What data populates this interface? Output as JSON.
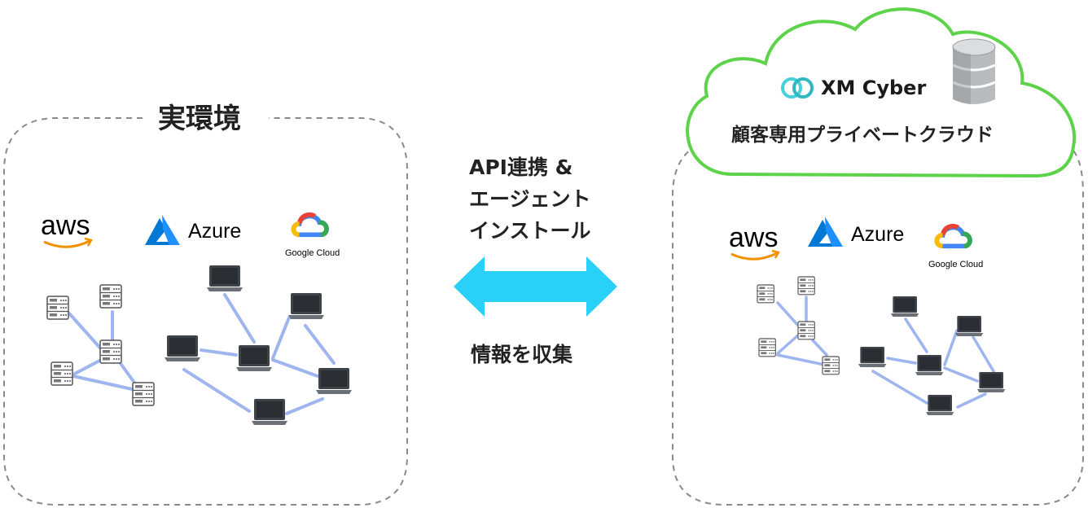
{
  "left_panel": {
    "title": "実環境"
  },
  "middle": {
    "method_lines": [
      "API連携 &",
      "エージェント",
      "インストール"
    ],
    "collect_label": "情報を収集"
  },
  "right_panel": {
    "brand_name": "XM Cyber",
    "cloud_label": "顧客専用プライベートクラウド"
  },
  "providers": {
    "aws": "aws",
    "azure": "Azure",
    "google": "Google Cloud"
  },
  "colors": {
    "arrow": "#29d0f7",
    "cloud_outline": "#5dd34a",
    "connection": "#9fb5f0",
    "device": "#3d4349",
    "dashed_border": "#8a8a8a",
    "azure": "#0078d4"
  }
}
